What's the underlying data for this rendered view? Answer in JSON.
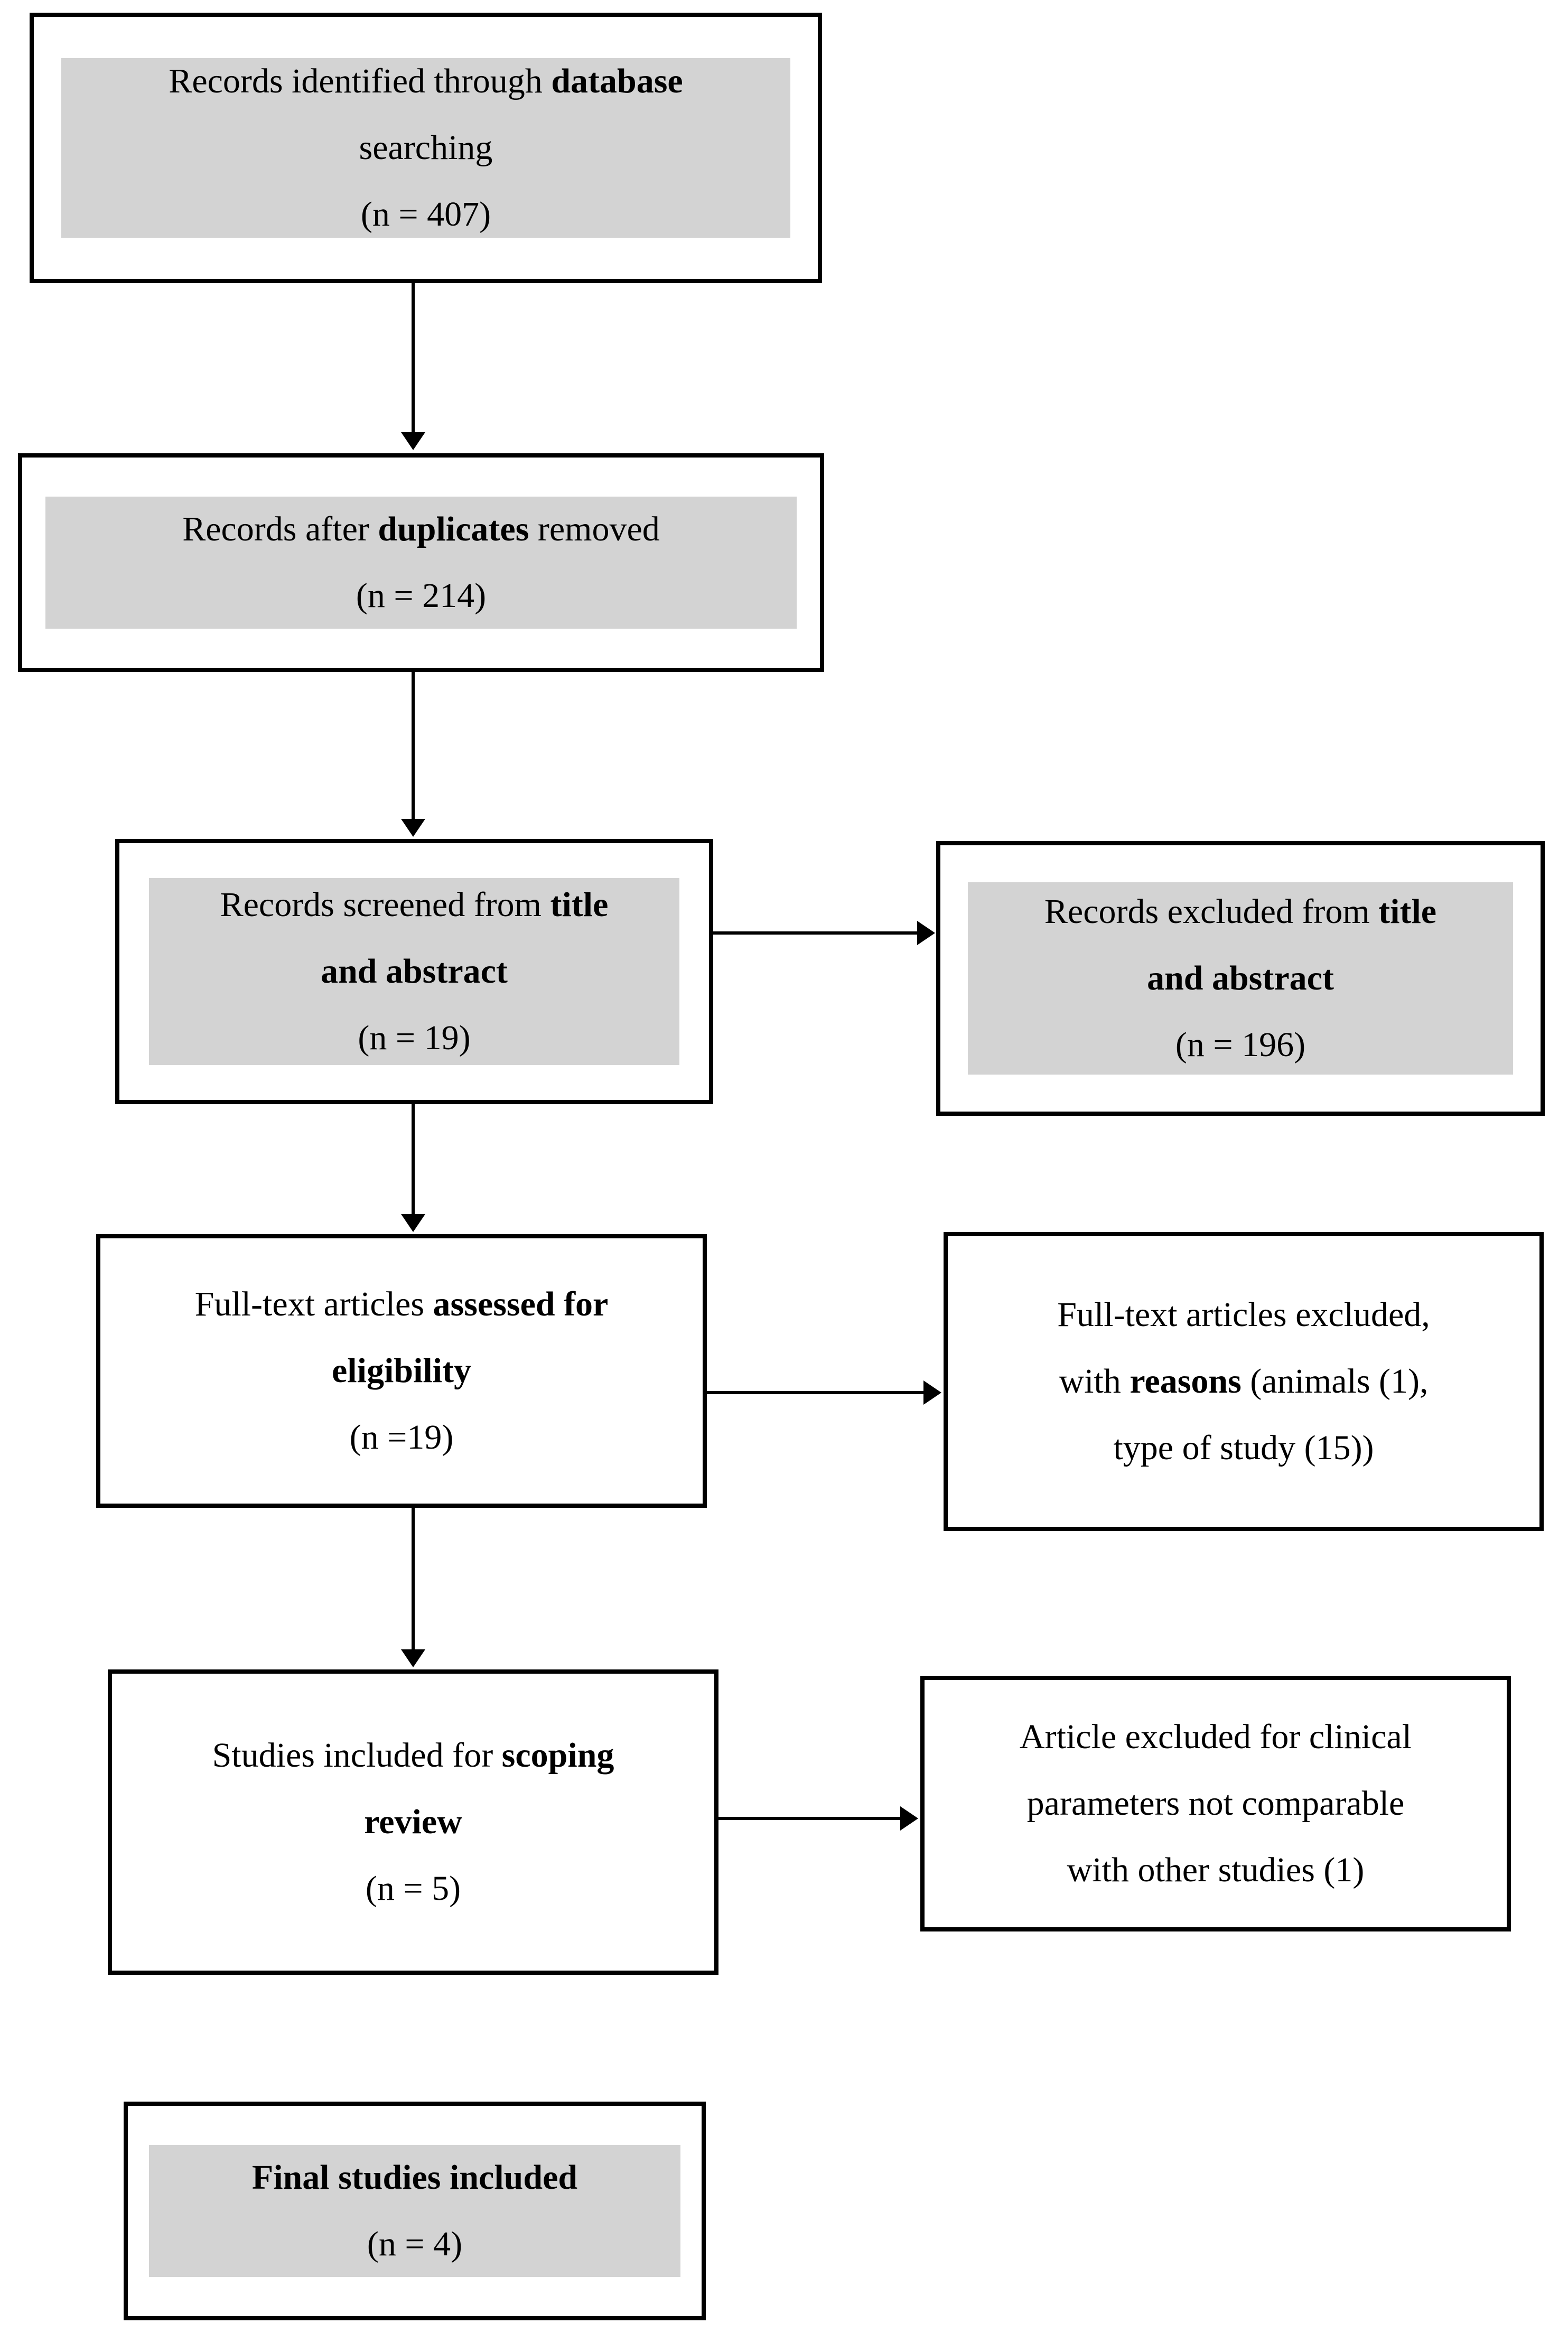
{
  "diagram": {
    "type": "flowchart",
    "subject": "study-selection-flow",
    "colors": {
      "background": "#ffffff",
      "box_border": "#000000",
      "shade_fill": "#d3d3d3",
      "text": "#000000",
      "arrow": "#000000"
    },
    "boxes": [
      {
        "id": "records_identified",
        "shaded": true,
        "lines": [
          {
            "segments": [
              {
                "text": "Records identified through ",
                "bold": false
              },
              {
                "text": "database",
                "bold": true
              }
            ]
          },
          {
            "segments": [
              {
                "text": "searching",
                "bold": false
              }
            ]
          },
          {
            "segments": [
              {
                "text": "(n = 407)",
                "bold": false
              }
            ]
          }
        ]
      },
      {
        "id": "records_deduplicated",
        "shaded": true,
        "lines": [
          {
            "segments": [
              {
                "text": "Records after ",
                "bold": false
              },
              {
                "text": "duplicates",
                "bold": true
              },
              {
                "text": " removed",
                "bold": false
              }
            ]
          },
          {
            "segments": [
              {
                "text": "(n = 214)",
                "bold": false
              }
            ]
          }
        ]
      },
      {
        "id": "records_screened",
        "shaded": true,
        "lines": [
          {
            "segments": [
              {
                "text": "Records screened from ",
                "bold": false
              },
              {
                "text": "title",
                "bold": true
              }
            ]
          },
          {
            "segments": [
              {
                "text": "and abstract",
                "bold": true
              }
            ]
          },
          {
            "segments": [
              {
                "text": "(n = 19)",
                "bold": false
              }
            ]
          }
        ]
      },
      {
        "id": "records_excluded",
        "shaded": true,
        "lines": [
          {
            "segments": [
              {
                "text": "Records excluded from ",
                "bold": false
              },
              {
                "text": "title",
                "bold": true
              }
            ]
          },
          {
            "segments": [
              {
                "text": "and abstract",
                "bold": true
              }
            ]
          },
          {
            "segments": [
              {
                "text": "(n = 196)",
                "bold": false
              }
            ]
          }
        ]
      },
      {
        "id": "fulltext_assessed",
        "shaded": false,
        "lines": [
          {
            "segments": [
              {
                "text": "Full-text articles ",
                "bold": false
              },
              {
                "text": "assessed for",
                "bold": true
              }
            ]
          },
          {
            "segments": [
              {
                "text": "eligibility",
                "bold": true
              }
            ]
          },
          {
            "segments": [
              {
                "text": "(n =19)",
                "bold": false
              }
            ]
          }
        ]
      },
      {
        "id": "fulltext_excluded",
        "shaded": false,
        "lines": [
          {
            "segments": [
              {
                "text": "Full-text articles excluded,",
                "bold": false
              }
            ]
          },
          {
            "segments": [
              {
                "text": "with ",
                "bold": false
              },
              {
                "text": "reasons",
                "bold": true
              },
              {
                "text": " (animals (1),",
                "bold": false
              }
            ]
          },
          {
            "segments": [
              {
                "text": "type of study (15))",
                "bold": false
              }
            ]
          }
        ]
      },
      {
        "id": "scoping_included",
        "shaded": false,
        "lines": [
          {
            "segments": [
              {
                "text": "Studies included for ",
                "bold": false
              },
              {
                "text": "scoping",
                "bold": true
              }
            ]
          },
          {
            "segments": [
              {
                "text": "review",
                "bold": true
              }
            ]
          },
          {
            "segments": [
              {
                "text": "(n = 5)",
                "bold": false
              }
            ]
          }
        ]
      },
      {
        "id": "article_excluded",
        "shaded": false,
        "lines": [
          {
            "segments": [
              {
                "text": "Article excluded for clinical",
                "bold": false
              }
            ]
          },
          {
            "segments": [
              {
                "text": "parameters not comparable",
                "bold": false
              }
            ]
          },
          {
            "segments": [
              {
                "text": "with other studies (1)",
                "bold": false
              }
            ]
          }
        ]
      },
      {
        "id": "final_included",
        "shaded": true,
        "lines": [
          {
            "segments": [
              {
                "text": "Final studies included",
                "bold": true
              }
            ]
          },
          {
            "segments": [
              {
                "text": "(n = 4)",
                "bold": false
              }
            ]
          }
        ]
      }
    ],
    "arrows": [
      {
        "from": "records_identified",
        "to": "records_deduplicated",
        "direction": "down"
      },
      {
        "from": "records_deduplicated",
        "to": "records_screened",
        "direction": "down"
      },
      {
        "from": "records_screened",
        "to": "records_excluded",
        "direction": "right"
      },
      {
        "from": "records_screened",
        "to": "fulltext_assessed",
        "direction": "down"
      },
      {
        "from": "fulltext_assessed",
        "to": "fulltext_excluded",
        "direction": "right"
      },
      {
        "from": "fulltext_assessed",
        "to": "scoping_included",
        "direction": "down"
      },
      {
        "from": "scoping_included",
        "to": "article_excluded",
        "direction": "right"
      }
    ]
  }
}
